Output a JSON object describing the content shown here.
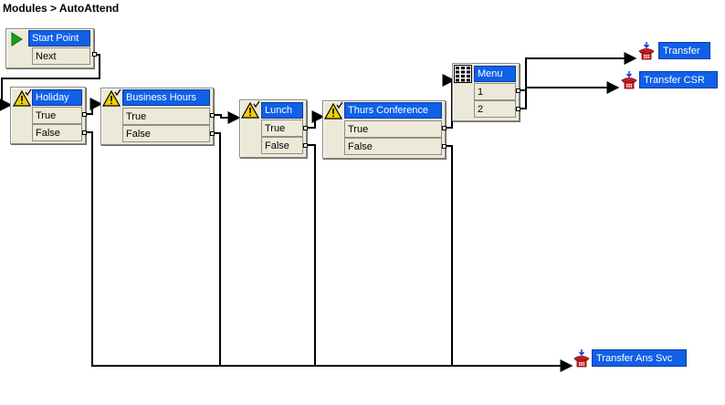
{
  "breadcrumb": {
    "root": "Modules",
    "separator": ">",
    "module": "AutoAttend"
  },
  "nodes": {
    "start": {
      "title": "Start Point",
      "rows": [
        "Next"
      ]
    },
    "holiday": {
      "title": "Holiday",
      "rows": [
        "True",
        "False"
      ]
    },
    "business_hours": {
      "title": "Business Hours",
      "rows": [
        "True",
        "False"
      ]
    },
    "lunch": {
      "title": "Lunch",
      "rows": [
        "True",
        "False"
      ]
    },
    "thurs_conference": {
      "title": "Thurs Conference",
      "rows": [
        "True",
        "False"
      ]
    },
    "menu": {
      "title": "Menu",
      "rows": [
        "1",
        "2"
      ]
    },
    "transfer": {
      "title": "Transfer"
    },
    "transfer_csr": {
      "title": "Transfer CSR"
    },
    "transfer_ans_svc": {
      "title": "Transfer Ans Svc"
    }
  },
  "colors": {
    "title_bar": "#1060e8",
    "panel": "#ece9d8",
    "wire": "#000000",
    "play": "#1aa01a",
    "warning": "#f0d000",
    "phone": "#d02020"
  },
  "icons": {
    "start": "play-icon",
    "condition": "warning-icon",
    "menu": "keypad-icon",
    "transfer": "phone-transfer-icon"
  }
}
